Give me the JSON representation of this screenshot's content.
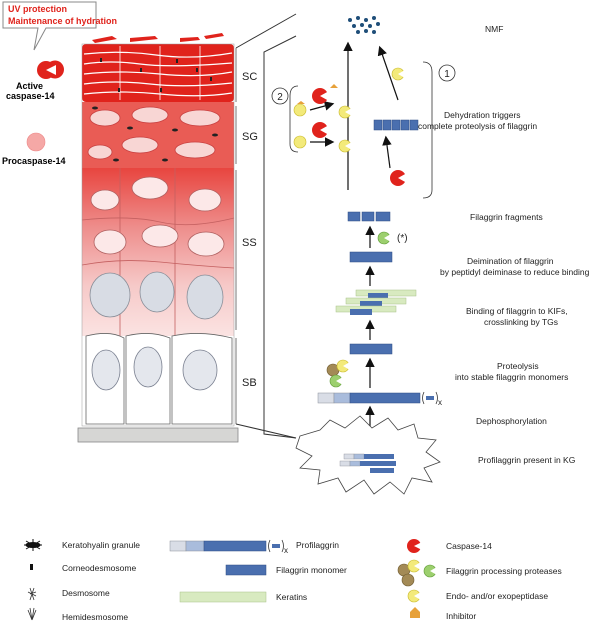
{
  "callout": {
    "line1": "UV protection",
    "line2": "Maintenance of hydration"
  },
  "left_labels": {
    "active": [
      "Active",
      "caspase-14"
    ],
    "procaspase": "Procaspase-14"
  },
  "layers": {
    "sc": "SC",
    "sg": "SG",
    "ss": "SS",
    "sb": "SB"
  },
  "steps": {
    "nmf": "NMF",
    "dehydration": [
      "Dehydration triggers",
      "complete proteolysis of filaggrin"
    ],
    "fragments": "Filaggrin fragments",
    "deimination": [
      "Deimination of filaggrin",
      "by peptidyl deiminase to reduce binding"
    ],
    "binding": [
      "Binding of filaggrin to KIFs,",
      "crosslinking by TGs"
    ],
    "proteolysis": [
      "Proteolysis",
      "into stable filaggrin monomers"
    ],
    "dephos": "Dephosphorylation",
    "profilaggrin_kg": "Profilaggrin present in KG"
  },
  "markers": {
    "one": "1",
    "two": "2",
    "asterisk": "(*)",
    "x_sub": "x"
  },
  "legend": {
    "keratohyalin": "Keratohyalin granule",
    "corneodesmosome": "Corneodesmosome",
    "desmosome": "Desmosome",
    "hemidesmosome": "Hemidesmosome",
    "profilaggrin": "Profilaggrin",
    "monomer": "Filaggrin monomer",
    "keratins": "Keratins",
    "caspase14": "Caspase-14",
    "processing": "Filaggrin processing proteases",
    "endo": "Endo- and/or exopeptidase",
    "inhibitor": "Inhibitor"
  },
  "colors": {
    "red": "#e0231c",
    "blue": "#4a6faf",
    "keratin": "#d8eac0",
    "nmf": "#1f4e79"
  }
}
